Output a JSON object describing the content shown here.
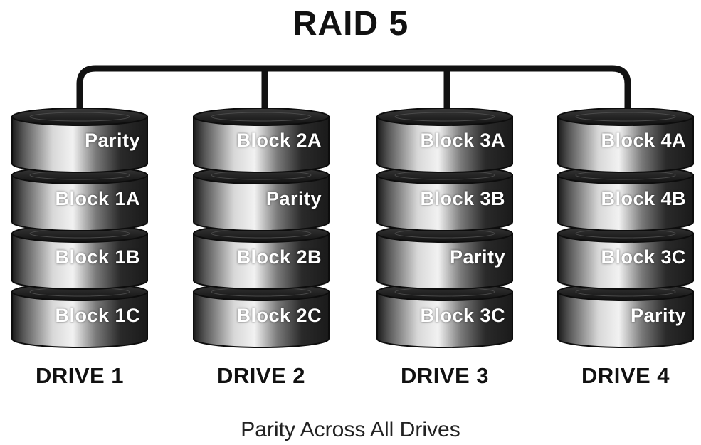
{
  "title": "RAID 5",
  "caption": "Parity Across All Drives",
  "colors": {
    "disk_dark": "#1a1a1a",
    "disk_light": "#d8d8d8",
    "bus": "#111111",
    "text_on_disk": "#ffffff"
  },
  "drives": [
    {
      "label": "DRIVE 1",
      "blocks": [
        "Parity",
        "Block 1A",
        "Block 1B",
        "Block 1C"
      ]
    },
    {
      "label": "DRIVE 2",
      "blocks": [
        "Block 2A",
        "Parity",
        "Block 2B",
        "Block 2C"
      ]
    },
    {
      "label": "DRIVE 3",
      "blocks": [
        "Block 3A",
        "Block 3B",
        "Parity",
        "Block 3C"
      ]
    },
    {
      "label": "DRIVE 4",
      "blocks": [
        "Block 4A",
        "Block 4B",
        "Block 3C",
        "Parity"
      ]
    }
  ]
}
